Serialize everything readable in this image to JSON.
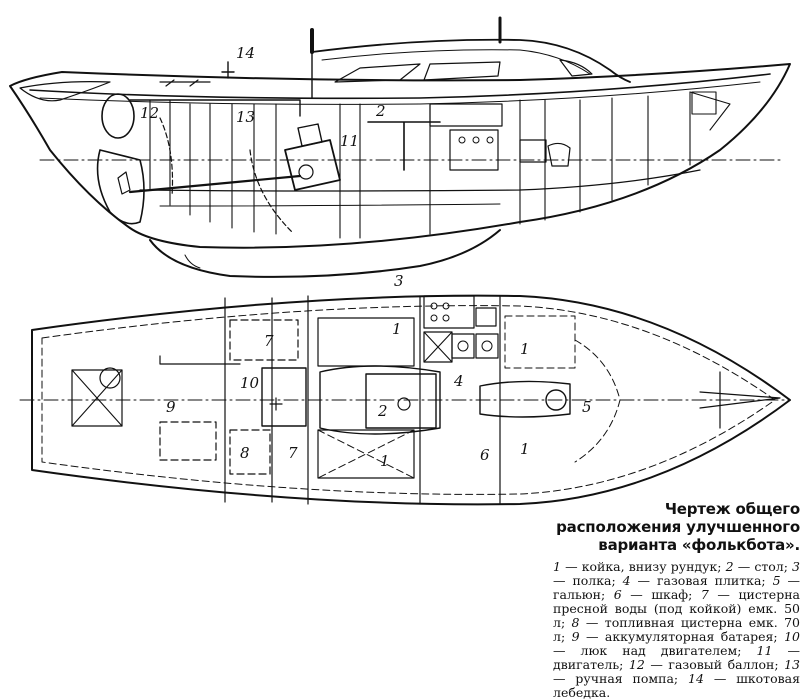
{
  "caption": {
    "title_lines": [
      "Чертеж общего",
      "расположения улучшенного",
      "варианта «фолькбота»."
    ]
  },
  "legend": [
    {
      "num": "1",
      "text": "койка, внизу рундук"
    },
    {
      "num": "2",
      "text": "стол"
    },
    {
      "num": "3",
      "text": "полка"
    },
    {
      "num": "4",
      "text": "газовая плитка"
    },
    {
      "num": "5",
      "text": "гальюн"
    },
    {
      "num": "6",
      "text": "шкаф"
    },
    {
      "num": "7",
      "text": "цистерна пресной воды (под койкой) емк. 50 л"
    },
    {
      "num": "8",
      "text": "топливная цистерна емк. 70 л"
    },
    {
      "num": "9",
      "text": "аккумуляторная батарея"
    },
    {
      "num": "10",
      "text": "люк над двигателем"
    },
    {
      "num": "11",
      "text": "двигатель"
    },
    {
      "num": "12",
      "text": "газовый баллон"
    },
    {
      "num": "13",
      "text": "ручная помпа"
    },
    {
      "num": "14",
      "text": "шкотовая лебедка"
    }
  ],
  "side_labels": [
    "14",
    "12",
    "2",
    "13",
    "11"
  ],
  "plan_labels": [
    "3",
    "7",
    "1",
    "1",
    "10",
    "9",
    "4",
    "2",
    "5",
    "8",
    "7",
    "1",
    "6",
    "1"
  ]
}
